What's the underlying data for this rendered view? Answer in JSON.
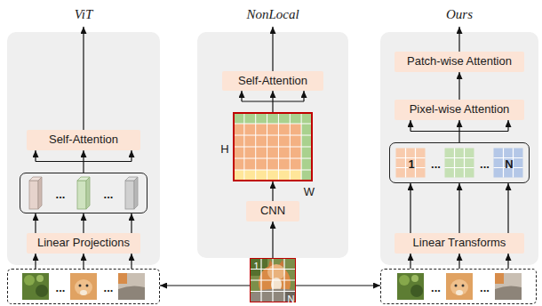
{
  "diagram": {
    "nodes": [
      {
        "text": [
          "ViT"
        ]
      },
      {
        "text": [
          "Self-Attention"
        ],
        "in": 0
      },
      {
        "text": [
          "...",
          "..."
        ],
        "in": 0
      },
      {
        "text": [
          "Linear Projections"
        ],
        "in": 0
      },
      {
        "text": [
          "NonLocal"
        ]
      },
      {
        "text": [
          "Self-Attention"
        ],
        "in": 4
      },
      {
        "text": [
          "H",
          "W"
        ],
        "in": 4
      },
      {
        "text": [
          "CNN"
        ],
        "in": 4
      },
      {
        "text": [
          "Ours"
        ]
      },
      {
        "text": [
          "Patch-wise Attention"
        ],
        "in": 8
      },
      {
        "text": [
          "Pixel-wise Attention"
        ],
        "in": 8
      },
      {
        "text": [
          "1",
          "...",
          "...",
          "N"
        ],
        "in": 8
      },
      {
        "text": [
          "Linear Transforms"
        ],
        "in": 8
      },
      {
        "text": [
          "...",
          "..."
        ]
      },
      {
        "text": [
          "1",
          "N"
        ]
      },
      {
        "text": [
          "...",
          "..."
        ]
      }
    ],
    "edges": [
      {
        "from": 3,
        "to": 2,
        "arrow": "to"
      },
      {
        "from": 2,
        "to": 1,
        "arrow": "to"
      },
      {
        "from": 7,
        "to": 6,
        "arrow": "to"
      },
      {
        "from": 6,
        "to": 5,
        "arrow": "to"
      },
      {
        "from": 12,
        "to": 11,
        "arrow": "to"
      },
      {
        "from": 11,
        "to": 10,
        "arrow": "to"
      },
      {
        "from": 10,
        "to": 9,
        "arrow": "to"
      },
      {
        "from": 13,
        "to": 3,
        "arrow": "to"
      },
      {
        "from": 14,
        "to": 7,
        "arrow": "to"
      },
      {
        "from": 14,
        "to": 13,
        "arrow": "to"
      },
      {
        "from": 14,
        "to": 15,
        "arrow": "to"
      },
      {
        "from": 15,
        "to": 12,
        "arrow": "to"
      }
    ]
  }
}
